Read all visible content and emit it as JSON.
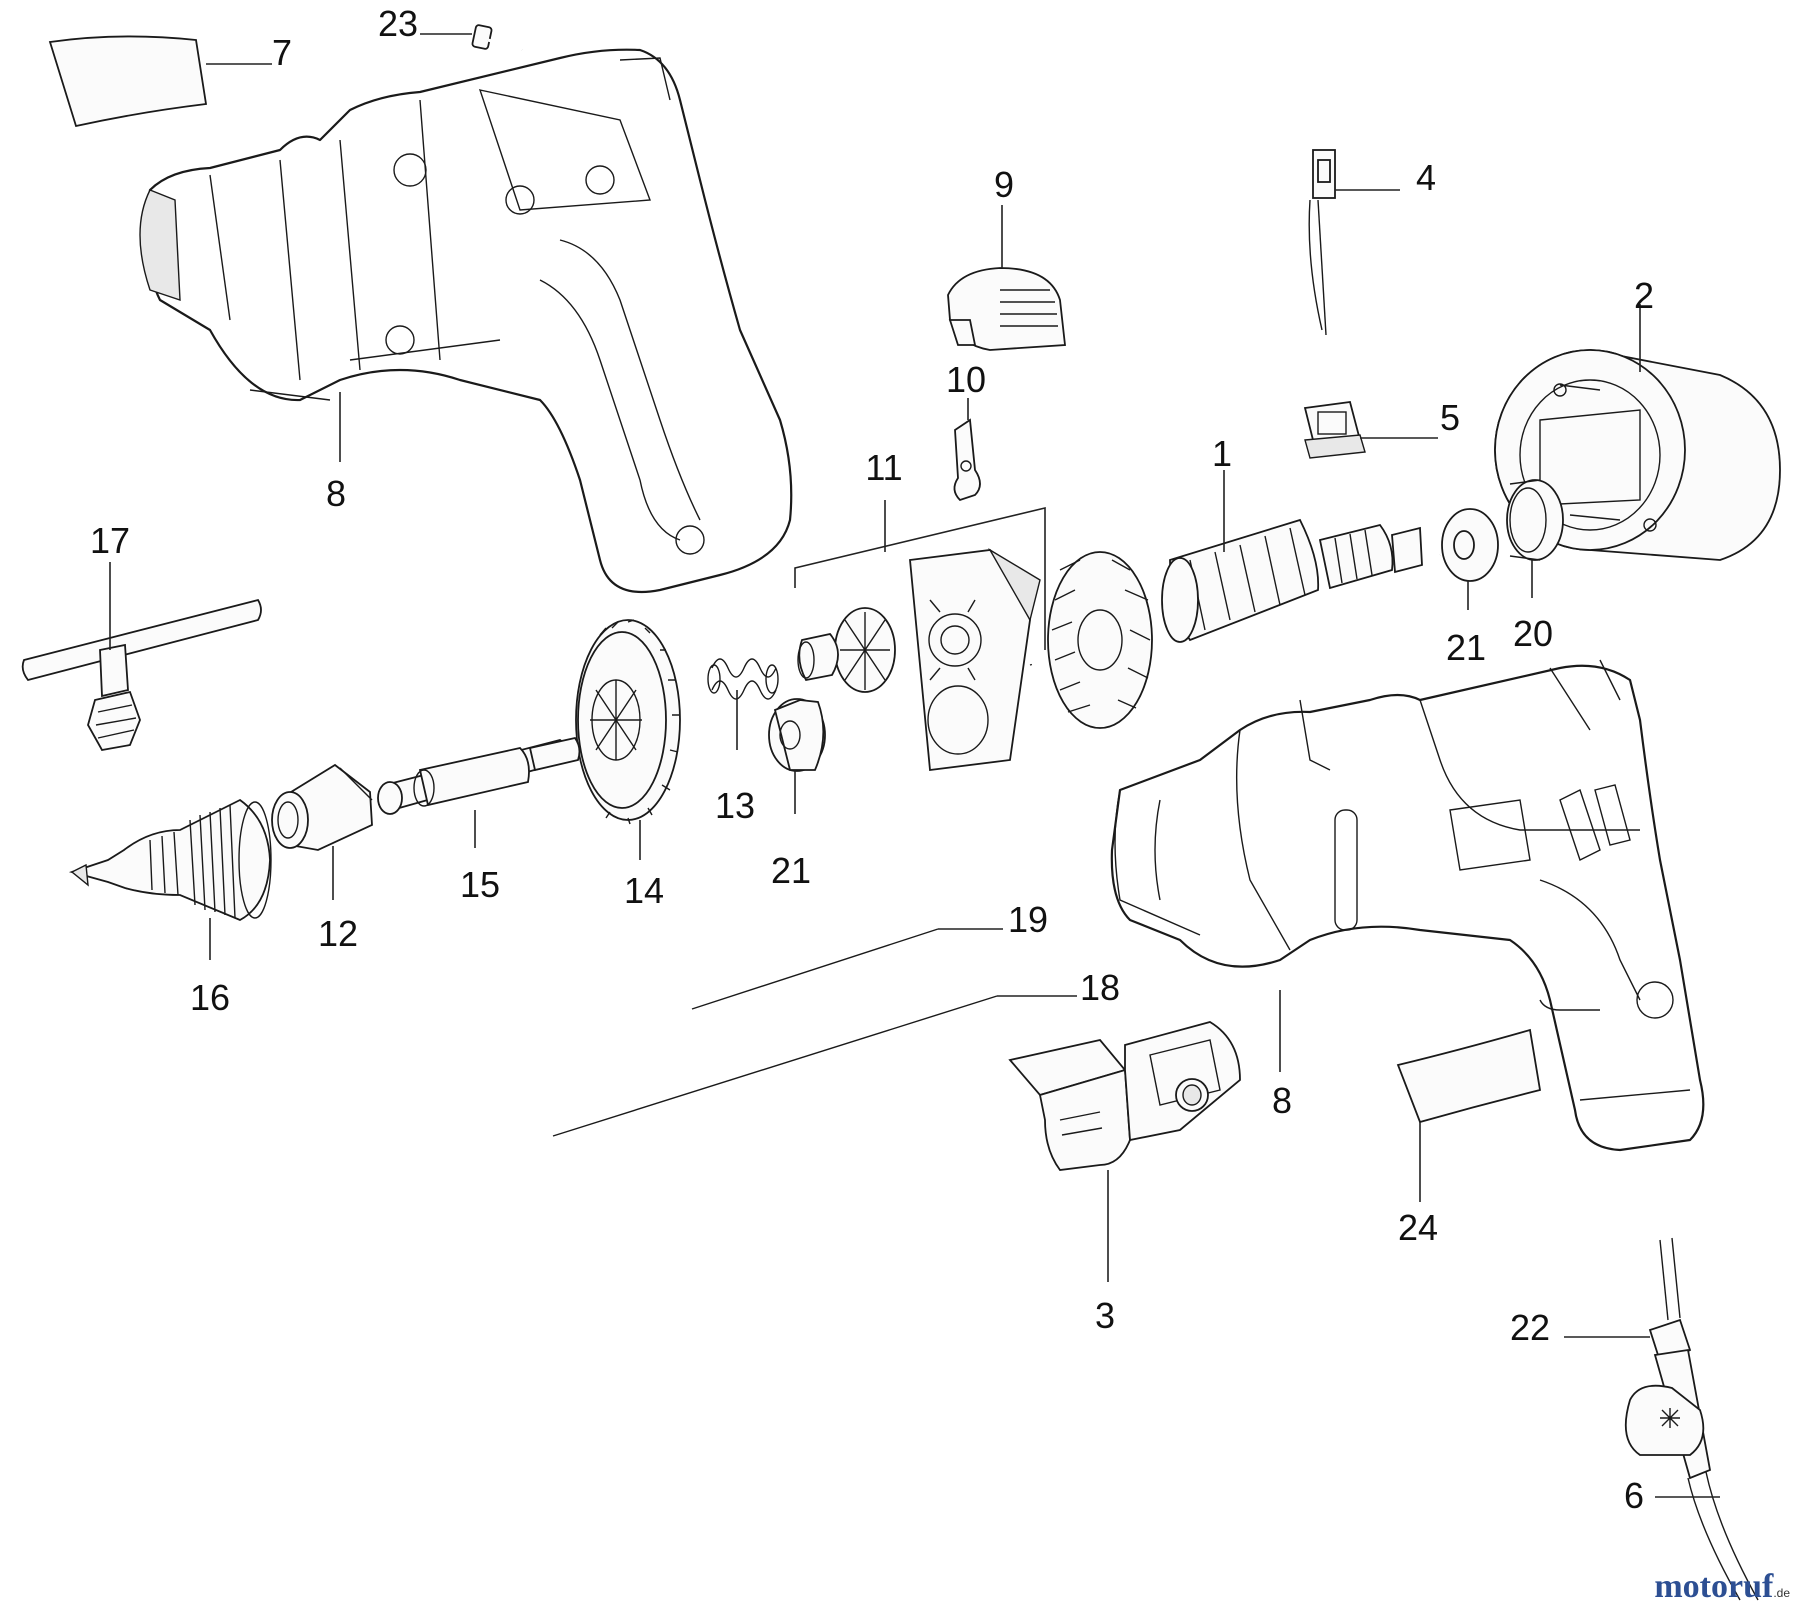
{
  "labels": {
    "p1": "1",
    "p2": "2",
    "p3": "3",
    "p4": "4",
    "p5": "5",
    "p6": "6",
    "p7": "7",
    "p8a": "8",
    "p8b": "8",
    "p9": "9",
    "p10": "10",
    "p11": "11",
    "p12": "12",
    "p13": "13",
    "p14": "14",
    "p15": "15",
    "p16": "16",
    "p17": "17",
    "p18": "18",
    "p19": "19",
    "p20": "20",
    "p21a": "21",
    "p21b": "21",
    "p22": "22",
    "p23": "23",
    "p24": "24"
  },
  "watermark": {
    "brand": "motoruf",
    "suffix": ".de",
    "color": "#2d4f93"
  }
}
